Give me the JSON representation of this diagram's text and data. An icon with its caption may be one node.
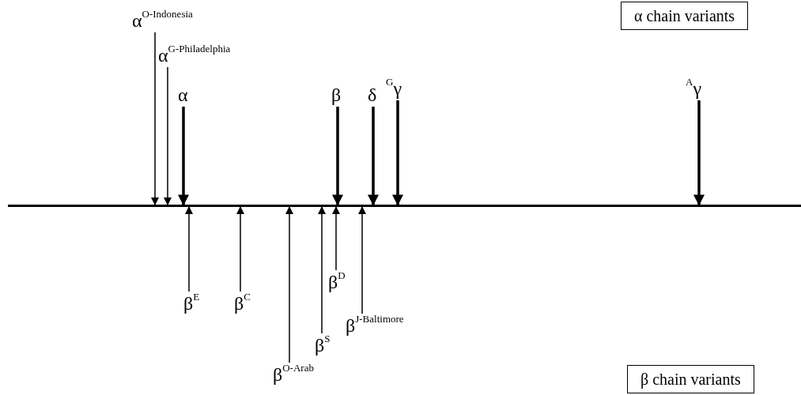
{
  "diagram": {
    "nodes": [
      {
        "text": [
          "α chain variants"
        ]
      },
      {
        "text": [
          "α$^{O-Indonesia}$"
        ]
      },
      {
        "text": [
          "α$^{G-Philadelphia}$"
        ]
      },
      {
        "text": [
          "α"
        ]
      },
      {
        "text": [
          "β"
        ]
      },
      {
        "text": [
          "δ"
        ]
      },
      {
        "text": [
          "$^{G}$γ"
        ]
      },
      {
        "text": [
          "$^{A}$γ"
        ]
      },
      {
        "text": [],
        "shape": "bar"
      },
      {
        "text": [
          "β$^{E}$"
        ]
      },
      {
        "text": [
          "β$^{C}$"
        ]
      },
      {
        "text": [
          "β$^{D}$"
        ]
      },
      {
        "text": [
          "β$^{J-Baltimore}$"
        ]
      },
      {
        "text": [
          "β$^{S}$"
        ]
      },
      {
        "text": [
          "β$^{O-Arab}$"
        ]
      },
      {
        "text": [
          "β chain variants"
        ]
      }
    ],
    "edges": [
      {
        "from": 1,
        "to": 8,
        "arrow": "to"
      },
      {
        "from": 2,
        "to": 8,
        "arrow": "to"
      },
      {
        "from": 3,
        "to": 8,
        "arrow": "to",
        "style": "thick"
      },
      {
        "from": 4,
        "to": 8,
        "arrow": "to",
        "style": "thick"
      },
      {
        "from": 5,
        "to": 8,
        "arrow": "to",
        "style": "thick"
      },
      {
        "from": 6,
        "to": 8,
        "arrow": "to",
        "style": "thick"
      },
      {
        "from": 7,
        "to": 8,
        "arrow": "to",
        "style": "thick"
      },
      {
        "from": 9,
        "to": 8,
        "arrow": "to"
      },
      {
        "from": 10,
        "to": 8,
        "arrow": "to"
      },
      {
        "from": 11,
        "to": 8,
        "arrow": "to"
      },
      {
        "from": 12,
        "to": 8,
        "arrow": "to"
      },
      {
        "from": 13,
        "to": 8,
        "arrow": "to"
      },
      {
        "from": 14,
        "to": 8,
        "arrow": "to"
      }
    ]
  }
}
